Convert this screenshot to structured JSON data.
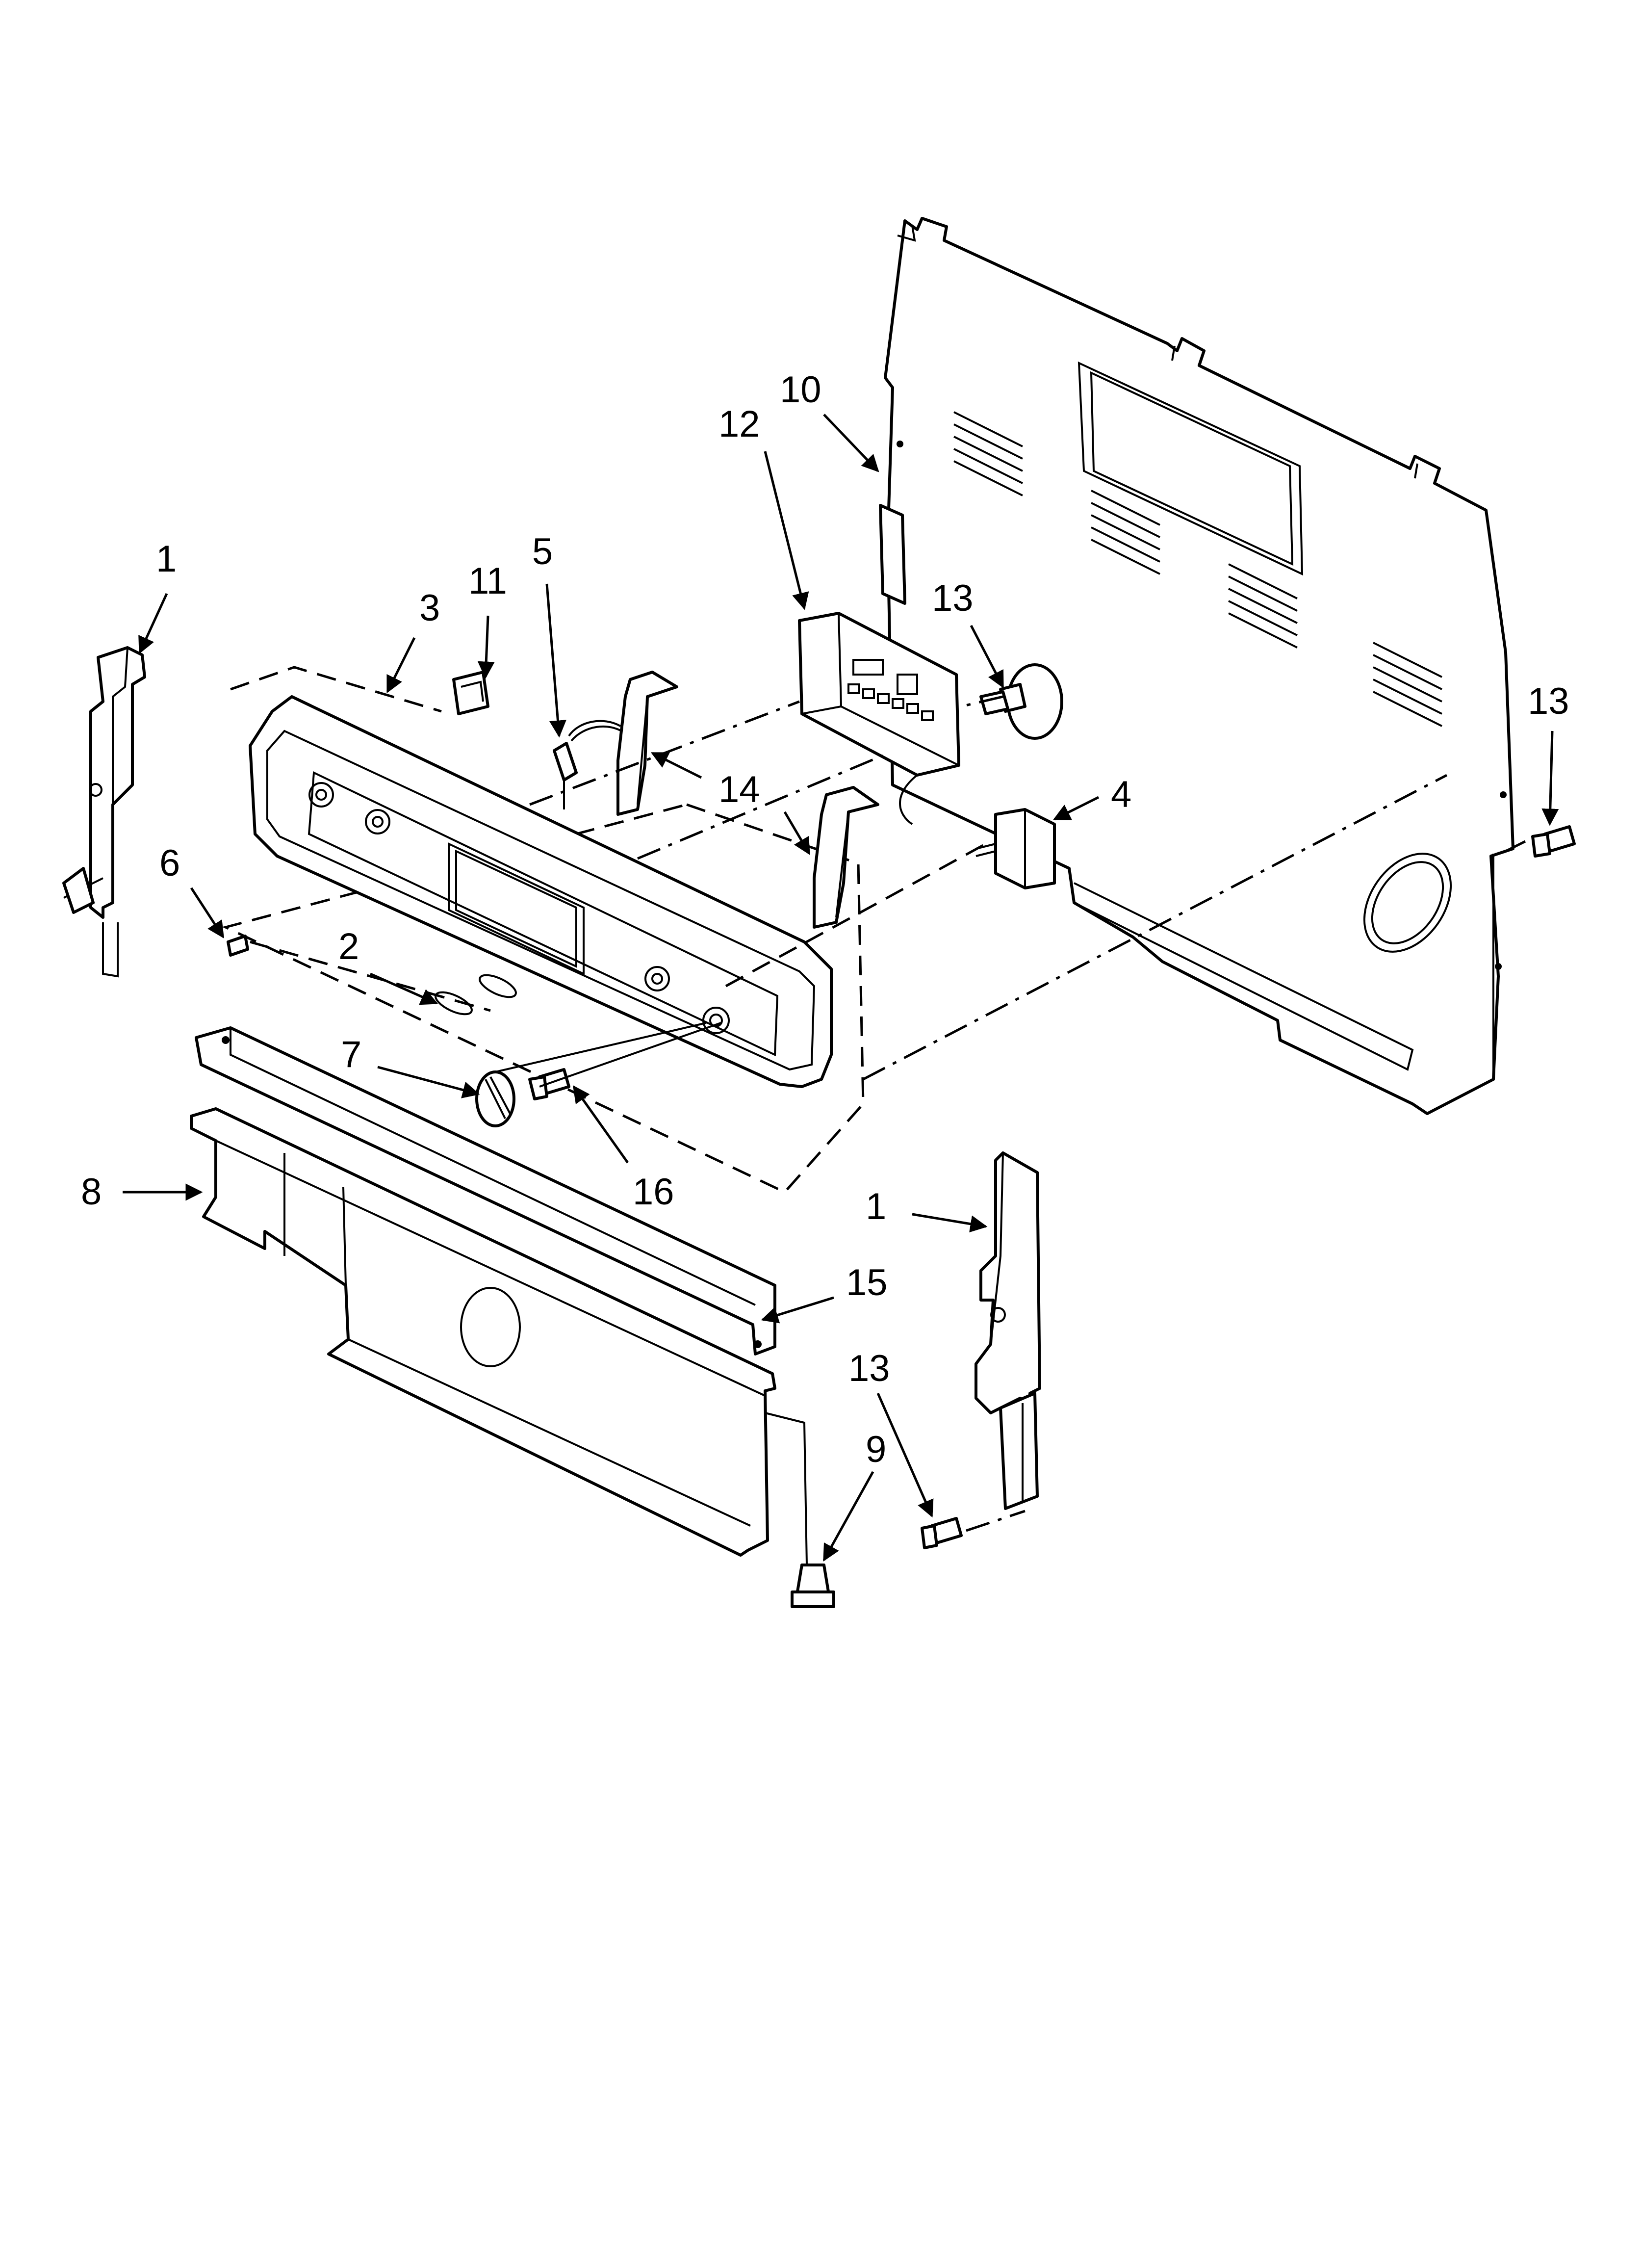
{
  "callouts": {
    "c1a": "1",
    "c1b": "1",
    "c2": "2",
    "c3": "3",
    "c4": "4",
    "c5": "5",
    "c6": "6",
    "c7": "7",
    "c8": "8",
    "c9": "9",
    "c10": "10",
    "c11": "11",
    "c12": "12",
    "c13a": "13",
    "c13b": "13",
    "c13c": "13",
    "c14": "14",
    "c15": "15",
    "c16": "16"
  }
}
